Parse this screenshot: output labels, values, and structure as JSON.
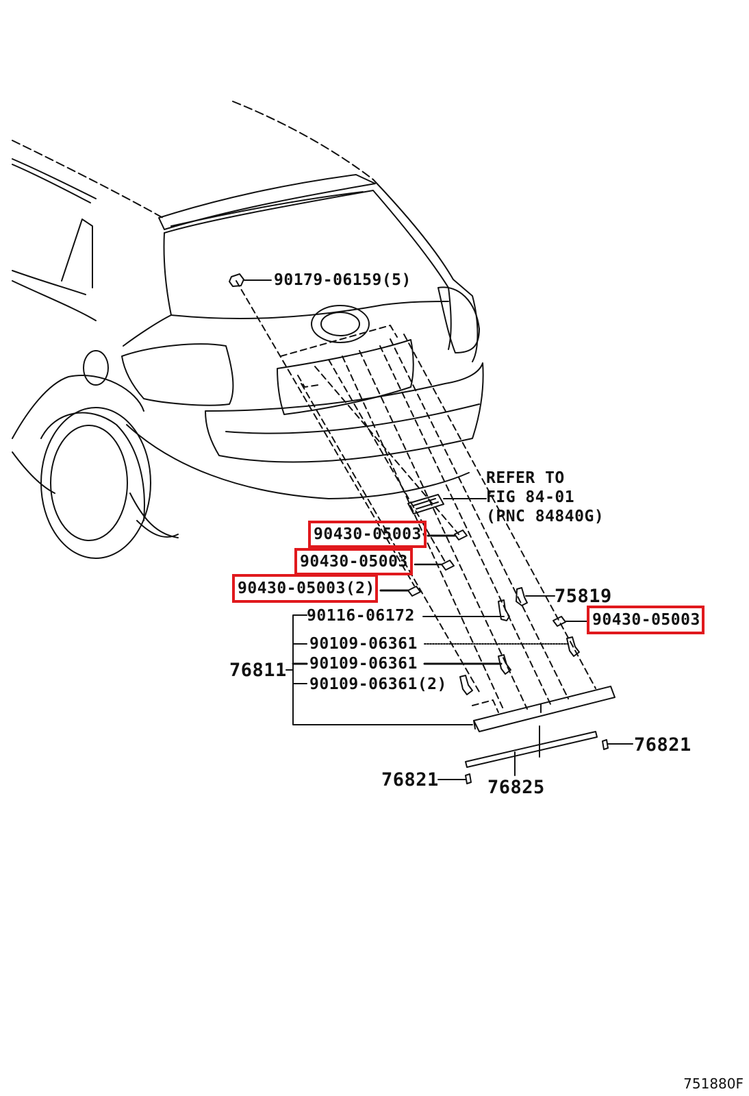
{
  "parts": {
    "nut_top": "90179-06159(5)",
    "refer_line1": "REFER TO",
    "refer_line2": "FIG 84-01",
    "refer_line3": "(PNC 84840G)",
    "clip_a": "90430-05003",
    "clip_b": "90430-05003",
    "clip_c": "90430-05003(2)",
    "clip_right": "90430-05003",
    "fastener_75819": "75819",
    "screw_90116": "90116-06172",
    "bolt_1": "90109-06361",
    "bolt_2": "90109-06361",
    "bolt_3": "90109-06361(2)",
    "garnish_assy": "76811",
    "clip_76821_right": "76821",
    "clip_76821_left": "76821",
    "molding": "76825"
  },
  "figure_id": "751880F",
  "colors": {
    "line": "#111111",
    "highlight": "#e0191d",
    "background": "#ffffff"
  },
  "highlighted_parts": [
    "clip_a",
    "clip_b",
    "clip_c",
    "clip_right"
  ]
}
